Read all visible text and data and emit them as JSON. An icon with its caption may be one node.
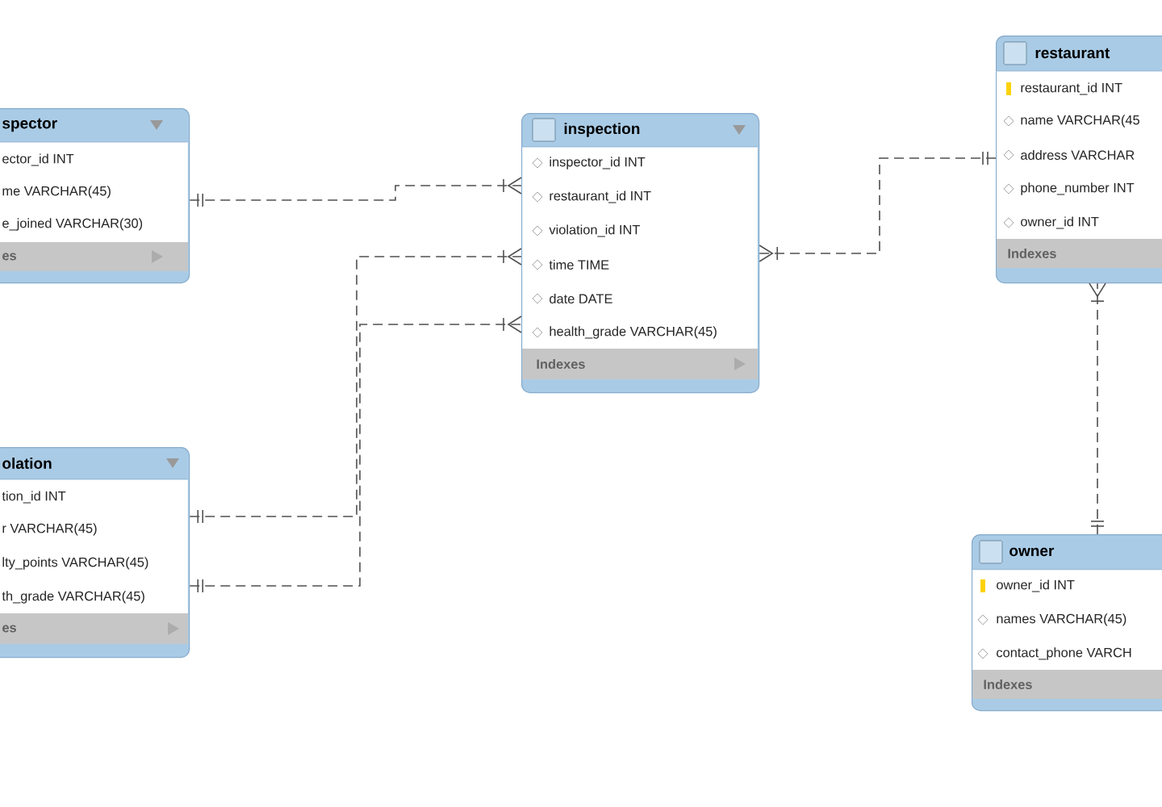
{
  "diagram": {
    "nodes": [
      {
        "text": [
          "spector",
          "ector_id INT",
          "me VARCHAR(45)",
          "e_joined VARCHAR(30)",
          "es"
        ]
      },
      {
        "text": [
          "inspection",
          "inspector_id INT",
          "restaurant_id INT",
          "violation_id INT",
          "time TIME",
          "date DATE",
          "health_grade VARCHAR(45)",
          "Indexes"
        ]
      },
      {
        "text": [
          "restaurant",
          "restaurant_id INT",
          "name VARCHAR(45",
          "address VARCHAR",
          "phone_number INT",
          "owner_id INT",
          "Indexes"
        ]
      },
      {
        "text": [
          "olation",
          "tion_id INT",
          "r VARCHAR(45)",
          "lty_points VARCHAR(45)",
          "th_grade VARCHAR(45)",
          "es"
        ]
      },
      {
        "text": [
          "owner",
          "owner_id INT",
          "names VARCHAR(45)",
          "contact_phone VARCH",
          "Indexes"
        ]
      }
    ],
    "edges": [
      {
        "from": 0,
        "to": 1,
        "arrow": "other",
        "style": "dashed"
      },
      {
        "from": 3,
        "to": 1,
        "arrow": "other",
        "style": "dashed"
      },
      {
        "from": 3,
        "to": 1,
        "arrow": "other",
        "style": "dashed"
      },
      {
        "from": 2,
        "to": 1,
        "arrow": "other",
        "style": "dashed"
      },
      {
        "from": 4,
        "to": 2,
        "arrow": "other",
        "style": "dashed"
      }
    ]
  }
}
